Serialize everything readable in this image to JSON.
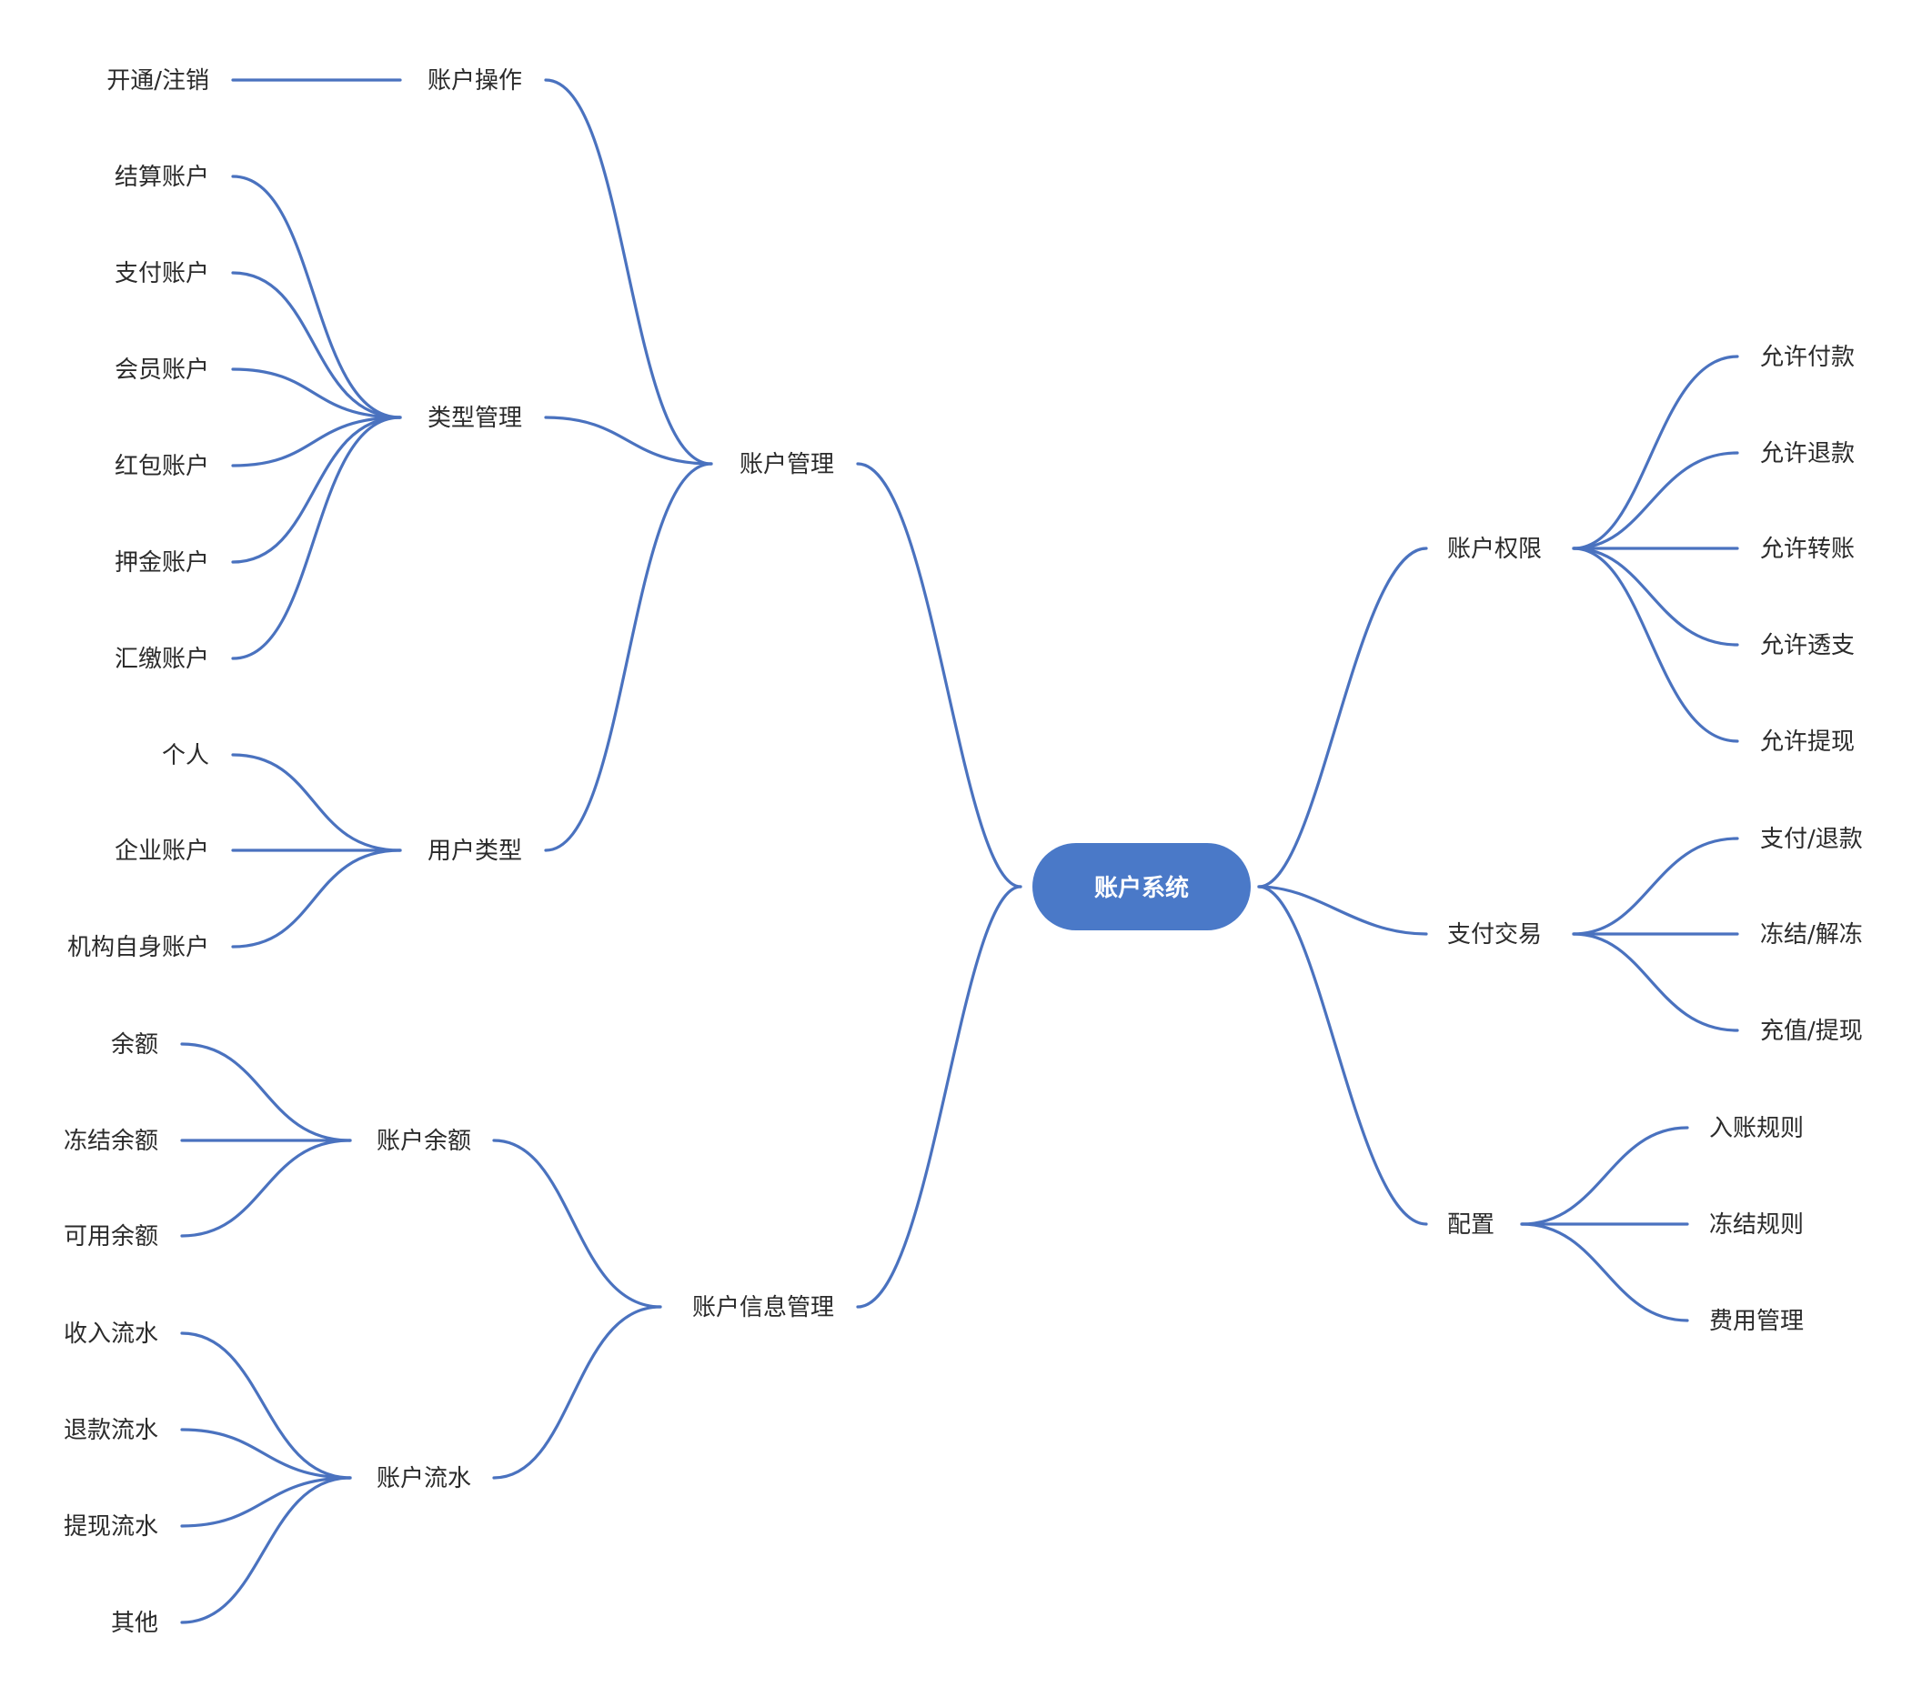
{
  "root": {
    "label": "账户系统",
    "fill_color": "#4a79c8",
    "text_color": "#ffffff"
  },
  "line_color": "#4a72bf",
  "left": {
    "account_management": {
      "label": "账户管理",
      "account_operation": {
        "label": "账户操作",
        "children": [
          "开通/注销"
        ]
      },
      "type_management": {
        "label": "类型管理",
        "children": [
          "结算账户",
          "支付账户",
          "会员账户",
          "红包账户",
          "押金账户",
          "汇缴账户"
        ]
      },
      "user_type": {
        "label": "用户类型",
        "children": [
          "个人",
          "企业账户",
          "机构自身账户"
        ]
      }
    },
    "account_info_management": {
      "label": "账户信息管理",
      "account_balance": {
        "label": "账户余额",
        "children": [
          "余额",
          "冻结余额",
          "可用余额"
        ]
      },
      "account_flow": {
        "label": "账户流水",
        "children": [
          "收入流水",
          "退款流水",
          "提现流水",
          "其他"
        ]
      }
    }
  },
  "right": {
    "account_permission": {
      "label": "账户权限",
      "children": [
        "允许付款",
        "允许退款",
        "允许转账",
        "允许透支",
        "允许提现"
      ]
    },
    "payment_transaction": {
      "label": "支付交易",
      "children": [
        "支付/退款",
        "冻结/解冻",
        "充值/提现"
      ]
    },
    "configuration": {
      "label": "配置",
      "children": [
        "入账规则",
        "冻结规则",
        "费用管理"
      ]
    }
  }
}
